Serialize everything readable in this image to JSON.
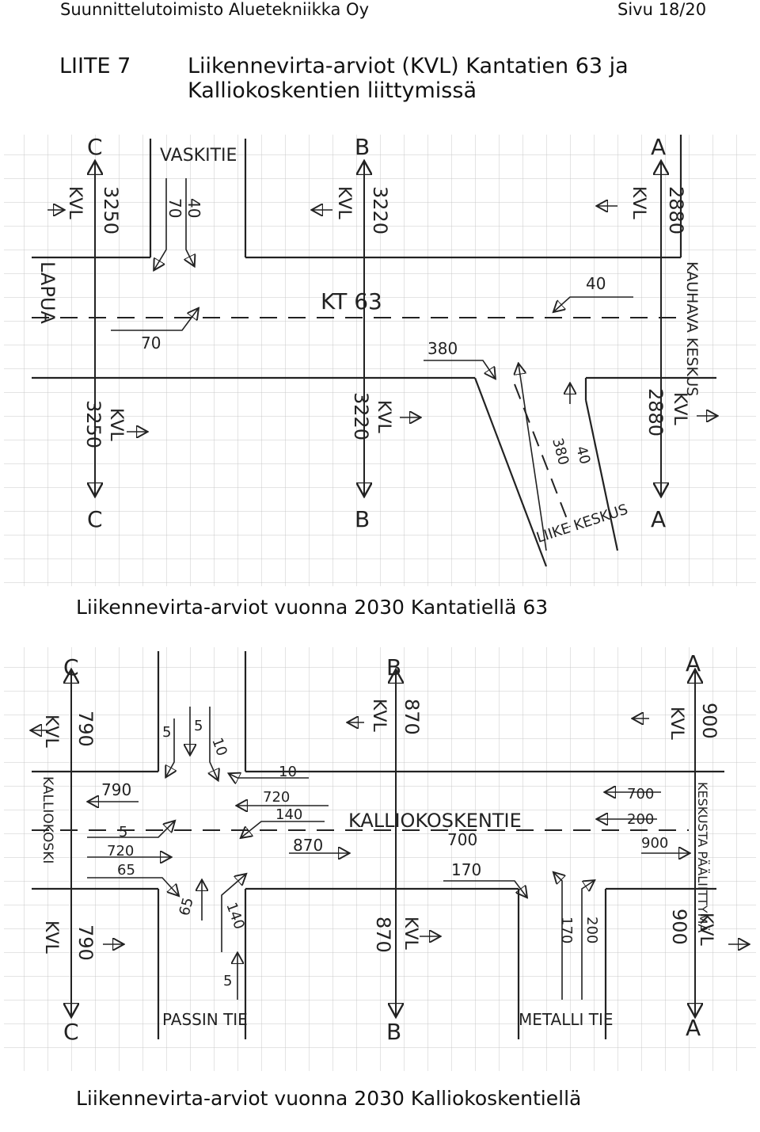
{
  "header": {
    "company": "Suunnittelutoimisto Aluetekniikka Oy",
    "page": "Sivu 18/20"
  },
  "appendix": {
    "label": "LIITE 7",
    "title_line1": "Liikennevirta-arviot (KVL) Kantatien 63 ja",
    "title_line2": "Kalliokoskentien liittymissä"
  },
  "diagram1": {
    "caption": "Liikennevirta-arviot vuonna 2030 Kantatiellä 63",
    "road_label": "KT 63",
    "kvl": "KVL",
    "left_place": "LAPUA",
    "right_place": "KAUHAVA KESKUS",
    "side_road_top": "VASKITIE",
    "side_road_bottom": "LIIKE KESKUS",
    "section_c": "C",
    "section_b": "B",
    "section_a": "A",
    "kvl_c": "3250",
    "kvl_b": "3220",
    "kvl_a": "2880",
    "vaski_in": "70",
    "vaski_out": "40",
    "vaski_turn": "70",
    "east_turn": "40",
    "liike_in": "380",
    "liike_down_1": "380",
    "liike_down_2": "40"
  },
  "diagram2": {
    "caption": "Liikennevirta-arviot vuonna 2030 Kalliokoskentiellä",
    "road_label": "KALLIOKOSKENTIE",
    "kvl": "KVL",
    "left_place": "KALLIOKOSKI",
    "right_place": "KESKUSTA PÄÄLIITTYMÄ",
    "side_road_bottom_left": "PASSIN TIE",
    "side_road_bottom_right": "METALLI TIE",
    "section_c": "C",
    "section_b": "B",
    "section_a": "A",
    "kvl_c": "790",
    "kvl_b": "870",
    "kvl_a": "900",
    "west_in_790": "790",
    "west_5": "5",
    "west_720": "720",
    "west_65": "65",
    "mid_10": "10",
    "mid_720": "720",
    "mid_140": "140",
    "mid_870": "870",
    "top_5a": "5",
    "top_5b": "5",
    "top_10": "10",
    "passin_65": "65",
    "passin_140": "140",
    "passin_5": "5",
    "east_700": "700",
    "east_200": "200",
    "east_900": "900",
    "metalli_700": "700",
    "metalli_170": "170",
    "metalli_down_170": "170",
    "metalli_down_200": "200"
  }
}
